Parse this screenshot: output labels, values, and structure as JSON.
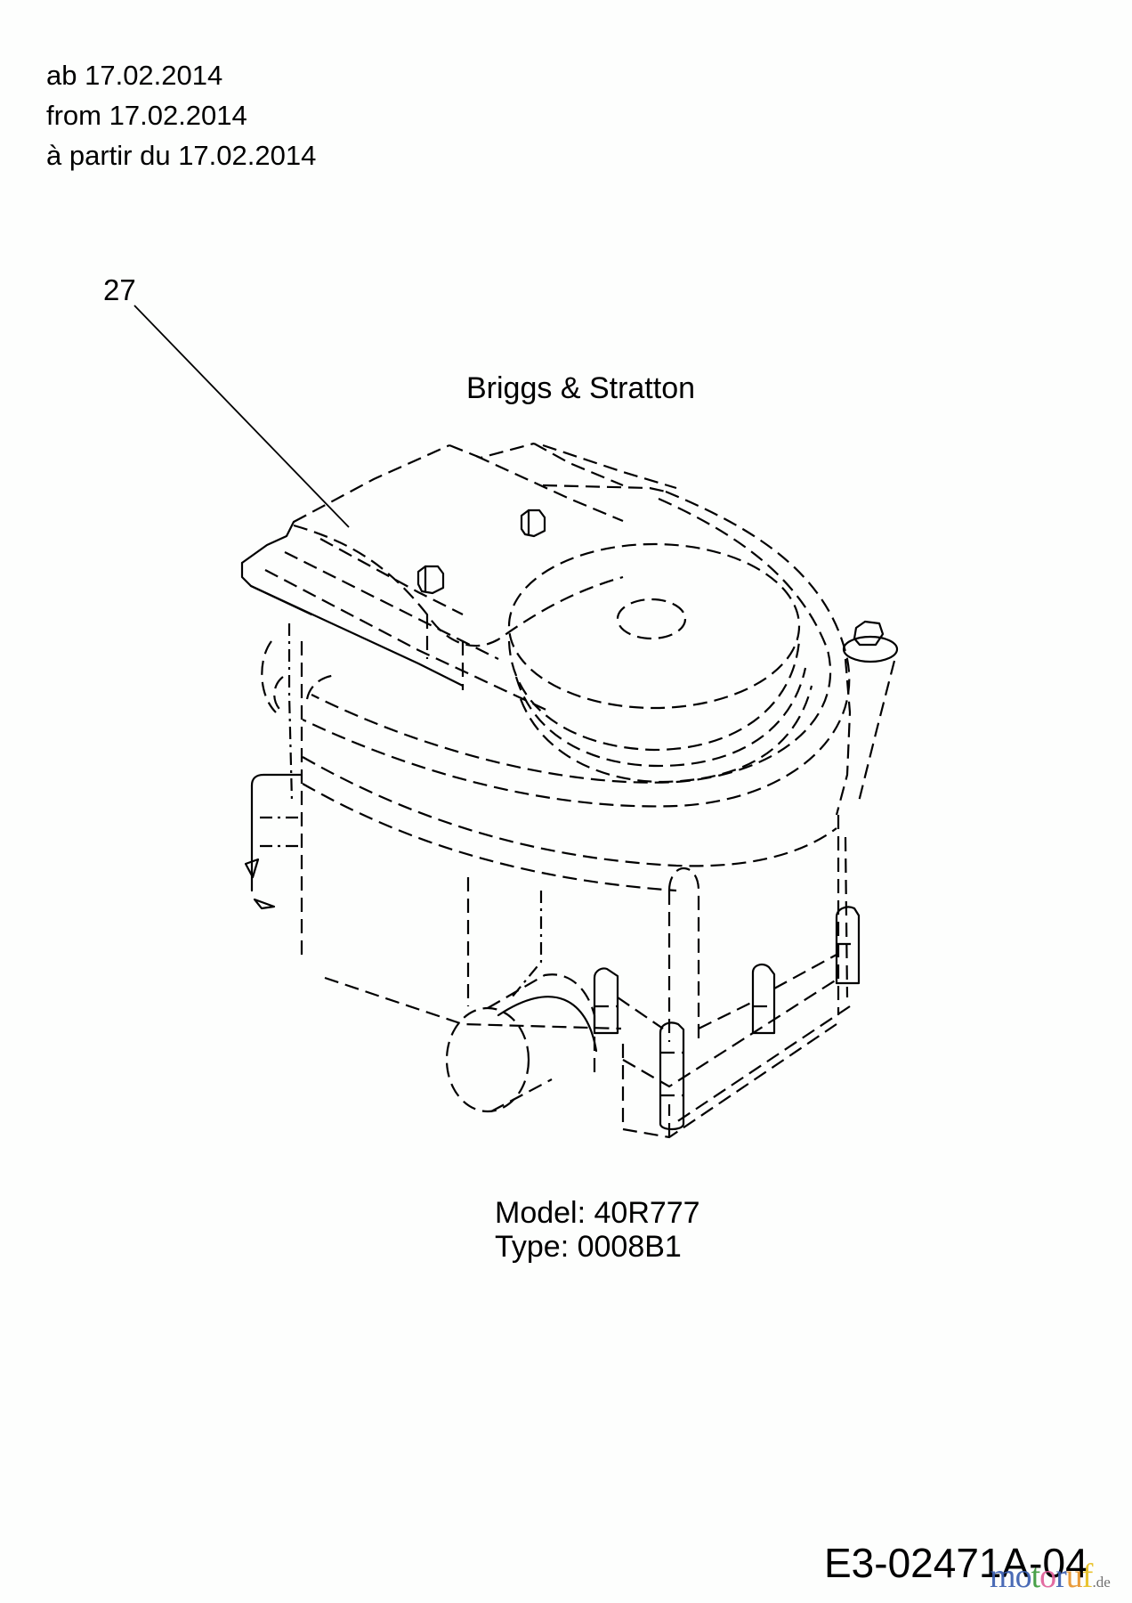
{
  "validity": {
    "lines": [
      "ab 17.02.2014",
      "from 17.02.2014",
      "à partir du 17.02.2014"
    ]
  },
  "callouts": [
    {
      "number": "27",
      "part": "engine"
    }
  ],
  "manufacturer": "Briggs & Stratton",
  "engine": {
    "model_line": "Model: 40R777",
    "type_line": "Type: 0008B1"
  },
  "diagram_code": "E3-02471A-04",
  "watermark": {
    "letters": [
      {
        "ch": "m",
        "color": "#3b5fb0"
      },
      {
        "ch": "o",
        "color": "#3b5fb0"
      },
      {
        "ch": "t",
        "color": "#3a9a3a"
      },
      {
        "ch": "o",
        "color": "#e0609a"
      },
      {
        "ch": "r",
        "color": "#3b5fb0"
      },
      {
        "ch": "u",
        "color": "#e8932a"
      },
      {
        "ch": "f",
        "color": "#e8c020"
      }
    ],
    "suffix": ".de"
  },
  "colors": {
    "background": "#fdfefd",
    "ink": "#000000"
  }
}
